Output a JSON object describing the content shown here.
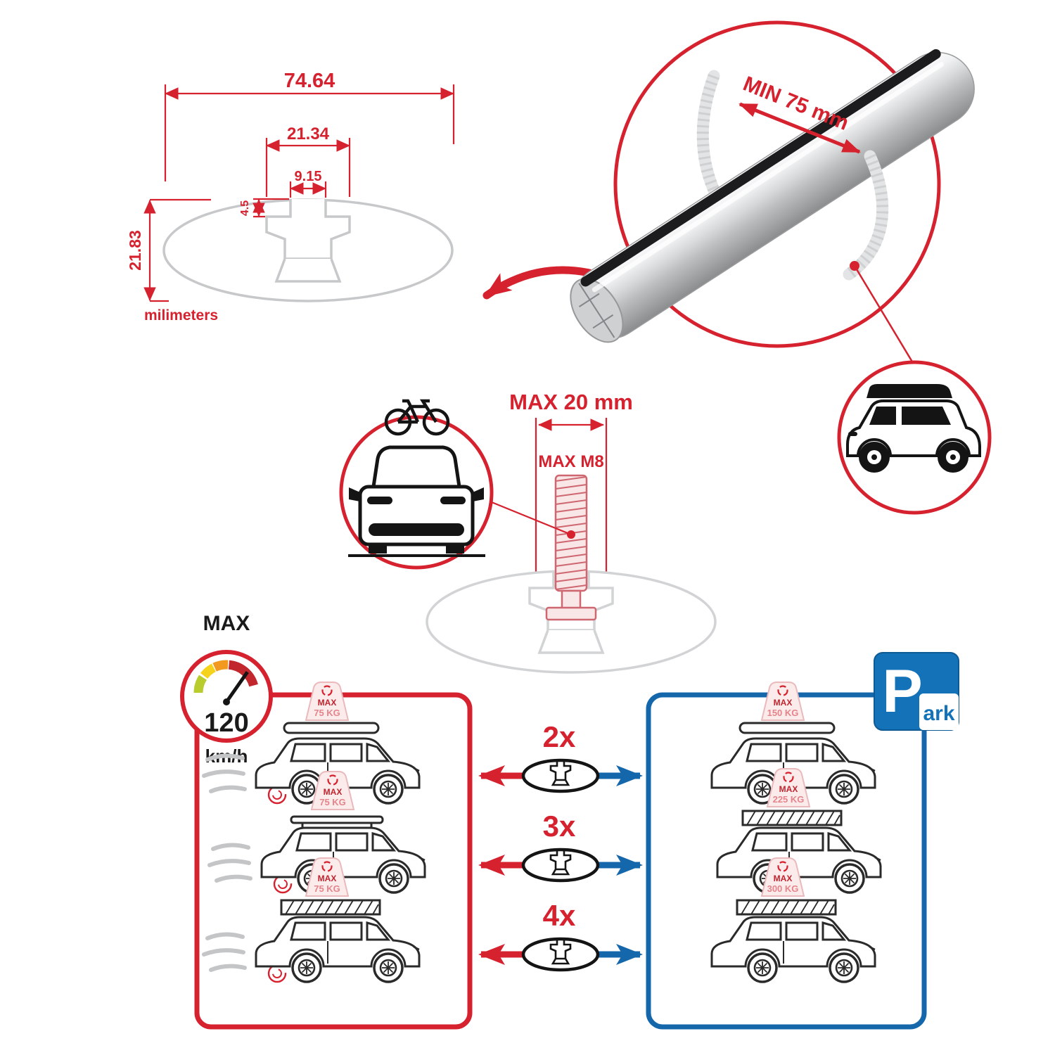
{
  "cross_section": {
    "total_width": "74.64",
    "channel_width": "21.34",
    "slot_width": "9.15",
    "lip_depth": "4.5",
    "total_height": "21.83",
    "units_label": "milimeters"
  },
  "bar_detail": {
    "min_clamp_span": "MIN 75 mm"
  },
  "bolt_detail": {
    "max_length": "MAX 20 mm",
    "max_thread": "MAX M8"
  },
  "speed_gauge": {
    "title": "MAX",
    "value": "120",
    "unit": "km/h"
  },
  "park_sign": {
    "letter": "P",
    "rest": "ark"
  },
  "rows": [
    {
      "count": "2x",
      "drive": {
        "label": "MAX",
        "load": "75 KG"
      },
      "park": {
        "label": "MAX",
        "load": "150 KG"
      }
    },
    {
      "count": "3x",
      "drive": {
        "label": "MAX",
        "load": "75 KG"
      },
      "park": {
        "label": "MAX",
        "load": "225 KG"
      }
    },
    {
      "count": "4x",
      "drive": {
        "label": "MAX",
        "load": "75 KG"
      },
      "park": {
        "label": "MAX",
        "load": "300 KG"
      }
    }
  ],
  "colors": {
    "red": "#d6212f",
    "blue": "#1567ac",
    "park_blue": "#1472b8",
    "gray": "#c7c8ca"
  }
}
